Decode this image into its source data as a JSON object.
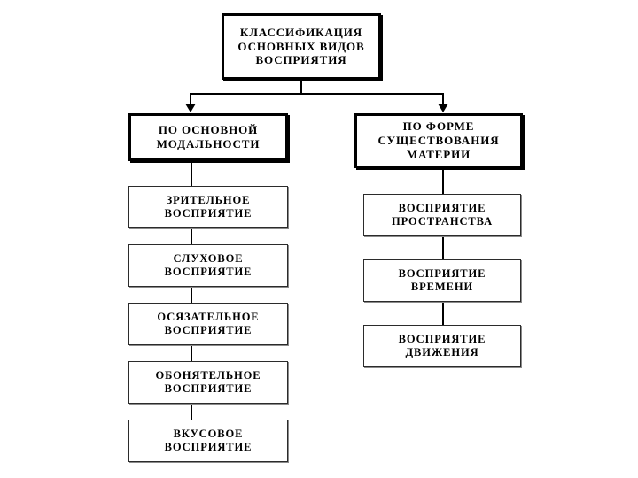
{
  "diagram": {
    "title": "КЛАССИФИКАЦИЯ ОСНОВНЫХ ВИДОВ ВОСПРИЯТИЯ",
    "root": {
      "label": "КЛАССИФИКАЦИЯ\nОСНОВНЫХ ВИДОВ\nВОСПРИЯТИЯ"
    },
    "branches": [
      {
        "id": "by-modality",
        "label": "ПО ОСНОВНОЙ\nМОДАЛЬНОСТИ",
        "items": [
          {
            "label": "ЗРИТЕЛЬНОЕ\nВОСПРИЯТИЕ"
          },
          {
            "label": "СЛУХОВОЕ\nВОСПРИЯТИЕ"
          },
          {
            "label": "ОСЯЗАТЕЛЬНОЕ\nВОСПРИЯТИЕ"
          },
          {
            "label": "ОБОНЯТЕЛЬНОЕ\nВОСПРИЯТИЕ"
          },
          {
            "label": "ВКУСОВОЕ\nВОСПРИЯТИЕ"
          }
        ]
      },
      {
        "id": "by-form-of-matter",
        "label": "ПО ФОРМЕ\nСУЩЕСТВОВАНИЯ\nМАТЕРИИ",
        "items": [
          {
            "label": "ВОСПРИЯТИЕ\nПРОСТРАНСТВА"
          },
          {
            "label": "ВОСПРИЯТИЕ\nВРЕМЕНИ"
          },
          {
            "label": "ВОСПРИЯТИЕ\nДВИЖЕНИЯ"
          }
        ]
      }
    ],
    "colors": {
      "background": "#ffffff",
      "stroke": "#000000",
      "light_stroke": "#2b2b2b",
      "text": "#000000"
    }
  }
}
